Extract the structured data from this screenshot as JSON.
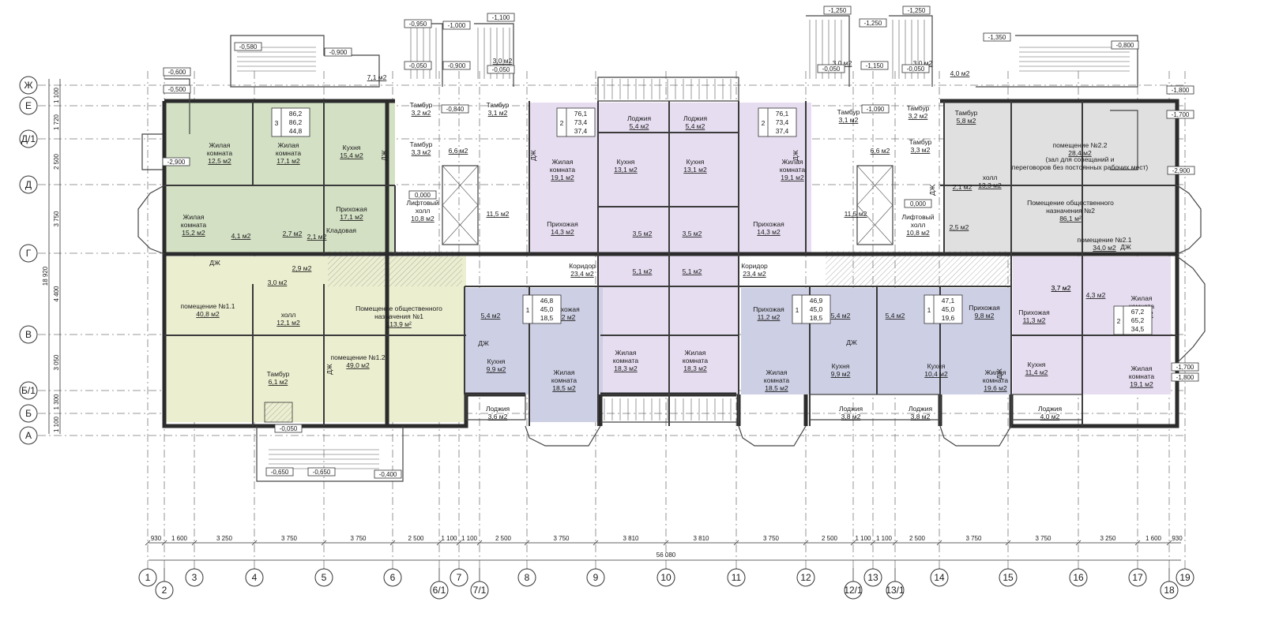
{
  "colors": {
    "green": "#d3e0c4",
    "yellow": "#eceed0",
    "lilac": "#e6ddf0",
    "blue": "#cdcfe4",
    "gray": "#e0e0e0",
    "hatch": "#dcdcdc"
  },
  "axes_vertical": [
    "1",
    "2",
    "3",
    "4",
    "5",
    "6",
    "6/1",
    "7",
    "7/1",
    "8",
    "9",
    "10",
    "11",
    "12",
    "12/1",
    "13",
    "13/1",
    "14",
    "15",
    "16",
    "17",
    "18",
    "19"
  ],
  "axes_horizontal": [
    "Ж",
    "Е",
    "Д/1",
    "Д",
    "Г",
    "В",
    "Б/1",
    "Б",
    "А"
  ],
  "dims_bottom": [
    "930",
    "1 600",
    "3 250",
    "3 750",
    "3 750",
    "2 500",
    "1 100",
    "1 100",
    "2 500",
    "3 750",
    "3 810",
    "3 810",
    "3 750",
    "2 500",
    "1 100",
    "1 100",
    "2 500",
    "3 750",
    "3 750",
    "3 250",
    "1 600",
    "930"
  ],
  "dims_left": [
    "1 100",
    "1 720",
    "2 500",
    "3 750",
    "4 400",
    "3 050",
    "1 300",
    "1 100"
  ],
  "overall_width": "56 080",
  "overall_height": "18 920",
  "elevations": [
    "-0,580",
    "-0,900",
    "-0,950",
    "-1,000",
    "-1,100",
    "-0,600",
    "-0,500",
    "-2,900",
    "-0,050",
    "-0,900",
    "-0,840",
    "-0,050",
    "-1,250",
    "-1,250",
    "-1,250",
    "-1,150",
    "-1,090",
    "-0,050",
    "-0,050",
    "-1,350",
    "-0,800",
    "-1,800",
    "-1,700",
    "-2,900",
    "-1,700",
    "-1,800",
    "-0,050",
    "-0,650",
    "-0,650",
    "-0,400",
    "0,000",
    "0,000"
  ],
  "rooms": [
    {
      "label": "Жилая комната",
      "area": "12,5 м2"
    },
    {
      "label": "Жилая комната",
      "area": "17,1 м2"
    },
    {
      "label": "Кухня",
      "area": "15,4 м2"
    },
    {
      "label": "Жилая комната",
      "area": "15,2 м2"
    },
    {
      "label": "Прихожая",
      "area": "17,1 м2"
    },
    {
      "label": "",
      "area": "4,1 м2"
    },
    {
      "label": "",
      "area": "2,7 м2"
    },
    {
      "label": "",
      "area": "2,1 м2"
    },
    {
      "label": "Кладовая",
      "area": ""
    },
    {
      "label": "",
      "area": "2,9 м2"
    },
    {
      "label": "",
      "area": "3,0 м2"
    },
    {
      "label": "помещение №1.1",
      "area": "40,8 м2"
    },
    {
      "label": "холл",
      "area": "12,1 м2"
    },
    {
      "label": "Помещение общественного назначения №1",
      "area": "113,9 м²"
    },
    {
      "label": "помещение №1.2",
      "area": "49,0 м2"
    },
    {
      "label": "Тамбур",
      "area": "6,1 м2"
    },
    {
      "label": "Тамбур",
      "area": "3,2 м2"
    },
    {
      "label": "Тамбур",
      "area": "3,3 м2"
    },
    {
      "label": "",
      "area": "6,6 м2"
    },
    {
      "label": "Лифтовый холл",
      "area": "10,8 м2"
    },
    {
      "label": "Тамбур",
      "area": "3,1 м2"
    },
    {
      "label": "",
      "area": "11,5 м2"
    },
    {
      "label": "",
      "area": "7,1 м2"
    },
    {
      "label": "",
      "area": "3,0 м2"
    },
    {
      "label": "Жилая комната",
      "area": "19,1 м2"
    },
    {
      "label": "Прихожая",
      "area": "14,3 м2"
    },
    {
      "label": "Лоджия",
      "area": "5,4 м2"
    },
    {
      "label": "Лоджия",
      "area": "5,4 м2"
    },
    {
      "label": "Кухня",
      "area": "13,1 м2"
    },
    {
      "label": "Кухня",
      "area": "13,1 м2"
    },
    {
      "label": "",
      "area": "3,5 м2"
    },
    {
      "label": "",
      "area": "3,5 м2"
    },
    {
      "label": "",
      "area": "5,1 м2"
    },
    {
      "label": "",
      "area": "5,1 м2"
    },
    {
      "label": "Жилая комната",
      "area": "19,1 м2"
    },
    {
      "label": "Прихожая",
      "area": "14,3 м2"
    },
    {
      "label": "Коридор",
      "area": "23,4 м2"
    },
    {
      "label": "Коридор",
      "area": "23,4 м2"
    },
    {
      "label": "Жилая комната",
      "area": "18,3 м2"
    },
    {
      "label": "Жилая комната",
      "area": "18,3 м2"
    },
    {
      "label": "",
      "area": "5,4 м2"
    },
    {
      "label": "Прихожая",
      "area": "11,2 м2"
    },
    {
      "label": "Кухня",
      "area": "9,9 м2"
    },
    {
      "label": "Жилая комната",
      "area": "18,5 м2"
    },
    {
      "label": "Лоджия",
      "area": "3,6 м2"
    },
    {
      "label": "Прихожая",
      "area": "11,2 м2"
    },
    {
      "label": "Жилая комната",
      "area": "18,5 м2"
    },
    {
      "label": "",
      "area": "5,4 м2"
    },
    {
      "label": "",
      "area": "5,4 м2"
    },
    {
      "label": "Кухня",
      "area": "9,9 м2"
    },
    {
      "label": "Кухня",
      "area": "10,4 м2"
    },
    {
      "label": "Лоджия",
      "area": "3,8 м2"
    },
    {
      "label": "Лоджия",
      "area": "3,8 м2"
    },
    {
      "label": "Прихожая",
      "area": "9,8 м2"
    },
    {
      "label": "Жилая комната",
      "area": "19,6 м2"
    },
    {
      "label": "Тамбур",
      "area": "3,1 м2"
    },
    {
      "label": "Тамбур",
      "area": "3,2 м2"
    },
    {
      "label": "Тамбур",
      "area": "3,3 м2"
    },
    {
      "label": "",
      "area": "6,6 м2"
    },
    {
      "label": "Лифтовый холл",
      "area": "10,8 м2"
    },
    {
      "label": "",
      "area": "11,5 м2"
    },
    {
      "label": "",
      "area": "3,0 м2"
    },
    {
      "label": "",
      "area": "3,0 м2"
    },
    {
      "label": "",
      "area": "4,0 м2"
    },
    {
      "label": "Тамбур",
      "area": "5,8 м2"
    },
    {
      "label": "холл",
      "area": "13,3 м2"
    },
    {
      "label": "",
      "area": "2,1 м2"
    },
    {
      "label": "",
      "area": "2,5 м2"
    },
    {
      "label": "помещение №2.2",
      "area": "28,4 м2"
    },
    {
      "label": "(зал для совещаний и переговоров без постоянных рабочих мест)",
      "area": ""
    },
    {
      "label": "Помещение общественного назначения №2",
      "area": "86,1 м²"
    },
    {
      "label": "помещение №2.1",
      "area": "34,0 м2"
    },
    {
      "label": "",
      "area": "3,7 м2"
    },
    {
      "label": "",
      "area": "4,3 м2"
    },
    {
      "label": "Прихожая",
      "area": "11,3 м2"
    },
    {
      "label": "Жилая комната",
      "area": "15,4 м2"
    },
    {
      "label": "Кухня",
      "area": "11,4 м2"
    },
    {
      "label": "Жилая комната",
      "area": "19,1 м2"
    },
    {
      "label": "Лоджия",
      "area": "4,0 м2"
    },
    {
      "label": "",
      "area": "3,7 м2"
    }
  ],
  "apartments": [
    {
      "rooms": "3",
      "areas": [
        "86,2",
        "86,2",
        "44,8"
      ]
    },
    {
      "rooms": "2",
      "areas": [
        "76,1",
        "73,4",
        "37,4"
      ]
    },
    {
      "rooms": "2",
      "areas": [
        "76,1",
        "73,4",
        "37,4"
      ]
    },
    {
      "rooms": "1",
      "areas": [
        "46,8",
        "45,0",
        "18,5"
      ]
    },
    {
      "rooms": "1",
      "areas": [
        "46,9",
        "45,0",
        "18,5"
      ]
    },
    {
      "rooms": "1",
      "areas": [
        "47,1",
        "45,0",
        "19,6"
      ]
    },
    {
      "rooms": "2",
      "areas": [
        "67,2",
        "65,2",
        "34,5"
      ]
    }
  ],
  "marks": {
    "dzh": "ДЖ"
  }
}
